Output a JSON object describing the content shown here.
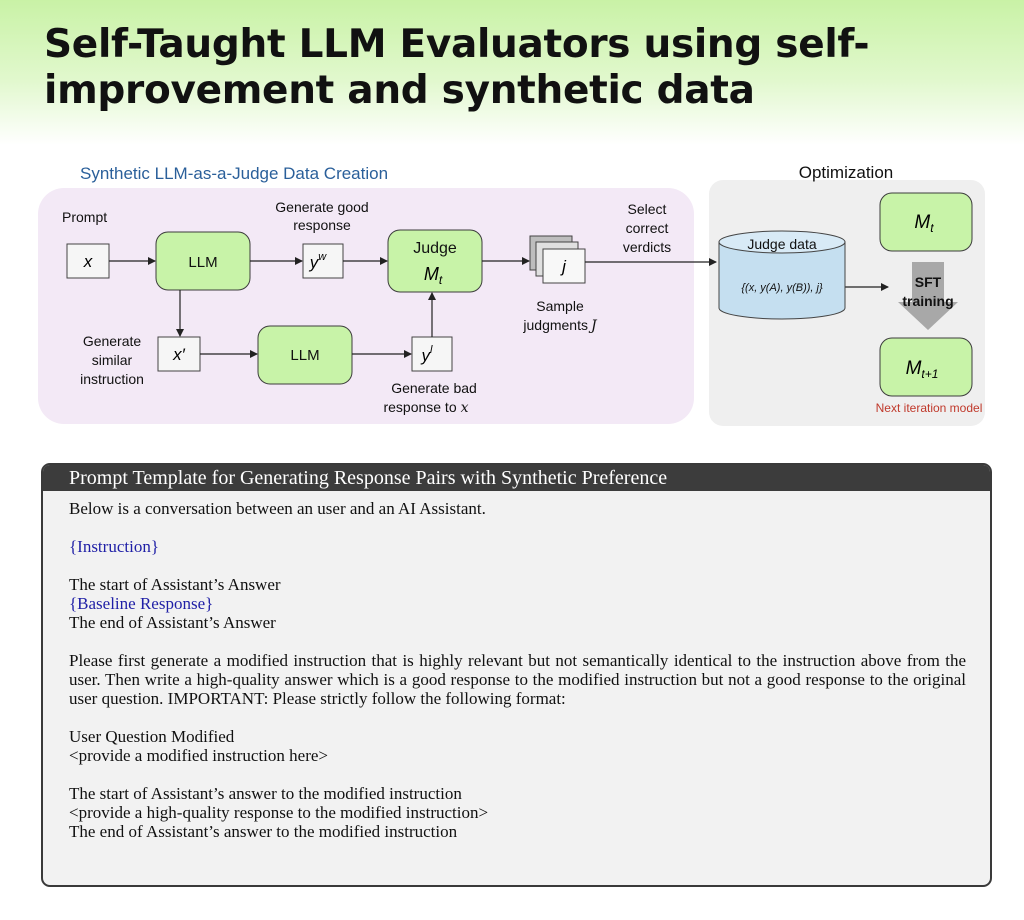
{
  "page_title": "Self-Taught LLM Evaluators using self-improvement and synthetic data",
  "diagram": {
    "left_panel_title": "Synthetic LLM-as-a-Judge Data Creation",
    "right_panel_title": "Optimization",
    "prompt_label": "Prompt",
    "x_node": "x",
    "llm_label": "LLM",
    "generate_good_response": [
      "Generate good",
      "response"
    ],
    "yw_node": "y",
    "yw_sup": "w",
    "judge_label": "Judge",
    "judge_model": "M",
    "judge_model_sub": "t",
    "j_node": "j",
    "select_correct_verdicts": [
      "Select",
      "correct",
      "verdicts"
    ],
    "sample_judgments": [
      "Sample",
      "judgments"
    ],
    "sample_judgments_symbol": "J",
    "generate_similar_instruction": [
      "Generate",
      "similar",
      "instruction"
    ],
    "x_prime_node": "x′",
    "llm2_label": "LLM",
    "yl_node": "y",
    "yl_sup": "l",
    "generate_bad_response": "Generate bad",
    "generate_bad_response_2": "response to",
    "generate_bad_response_var": "x",
    "judge_data_label": "Judge data",
    "judge_data_content": "{(x, y(A), y(B)), j}",
    "mt_node": "M",
    "mt_sub": "t",
    "sft_training": [
      "SFT",
      "training"
    ],
    "mt1_node": "M",
    "mt1_sub": "t+1",
    "next_iteration_model": "Next iteration model",
    "colors": {
      "left_panel_bg": "#f3e9f6",
      "right_panel_bg": "#efefef",
      "node_green": "#c8f3a8",
      "node_green_border": "#3c3c3c",
      "title_blue": "#2a5f9a",
      "db_blue": "#c5dff0",
      "next_iter_red": "#c0392b",
      "sft_arrow": "#a8a8a8"
    }
  },
  "template": {
    "header": "Prompt Template for Generating Response Pairs with Synthetic Preference",
    "line_intro": "Below is a conversation between an user and an AI Assistant.",
    "instruction_placeholder": "{Instruction}",
    "answer_start": "The start of Assistant’s Answer",
    "baseline_placeholder": "{Baseline Response}",
    "answer_end": "The end of Assistant’s Answer",
    "paragraph": "Please first generate a modified instruction that is highly relevant but not semantically identical to the instruction above from the user. Then write a high-quality answer which is a good response to the modified instruction but not a good response to the original user question. IMPORTANT: Please strictly follow the following format:",
    "uq_modified": "User Question Modified",
    "uq_placeholder": "<provide a modified instruction here>",
    "mod_start": "The start of Assistant’s answer to the modified instruction",
    "mod_placeholder": "<provide a high-quality response to the modified instruction>",
    "mod_end": "The end of Assistant’s answer to the modified instruction"
  }
}
